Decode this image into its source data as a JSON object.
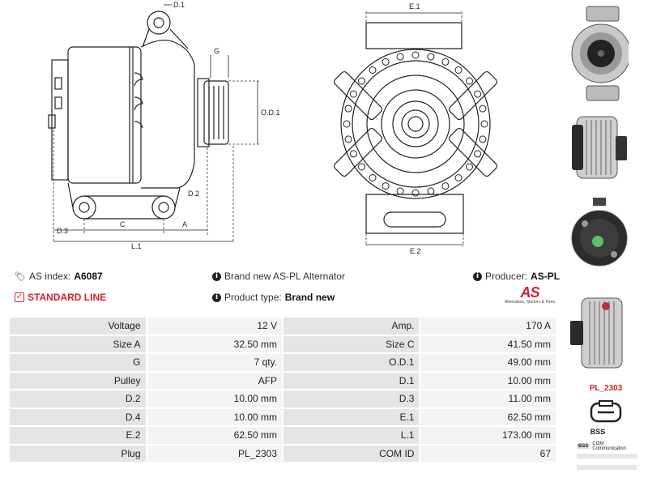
{
  "drawing": {
    "labels": {
      "d1": "D.1",
      "g": "G",
      "od1": "O.D.1",
      "d2": "D.2",
      "d3": "D.3",
      "c": "C",
      "a": "A",
      "l1": "L.1",
      "e1": "E.1",
      "e2": "E.2"
    }
  },
  "info": {
    "as_index_label": "AS index:",
    "as_index_value": "A6087",
    "description": "Brand new AS-PL Alternator",
    "producer_label": "Producer:",
    "producer_value": "AS-PL",
    "line_label": "STANDARD LINE",
    "product_type_label": "Product type:",
    "product_type_value": "Brand new",
    "logo_text": "AS",
    "logo_tagline": "Alternators, Starters & Parts"
  },
  "specs": [
    {
      "l1": "Voltage",
      "v1": "12 V",
      "l2": "Amp.",
      "v2": "170 A"
    },
    {
      "l1": "Size A",
      "v1": "32.50 mm",
      "l2": "Size C",
      "v2": "41.50 mm"
    },
    {
      "l1": "G",
      "v1": "7 qty.",
      "l2": "O.D.1",
      "v2": "49.00 mm"
    },
    {
      "l1": "Pulley",
      "v1": "AFP",
      "l2": "D.1",
      "v2": "10.00 mm"
    },
    {
      "l1": "D.2",
      "v1": "10.00 mm",
      "l2": "D.3",
      "v2": "11.00 mm"
    },
    {
      "l1": "D.4",
      "v1": "10.00 mm",
      "l2": "E.1",
      "v2": "62.50 mm"
    },
    {
      "l1": "E.2",
      "v1": "62.50 mm",
      "l2": "L.1",
      "v2": "173.00 mm"
    },
    {
      "l1": "Plug",
      "v1": "PL_2303",
      "l2": "COM ID",
      "v2": "67"
    }
  ],
  "sidebar": {
    "plug_code": "PL_2303",
    "plug_type": "BSS",
    "comm_code": "BSS",
    "comm_label": "COM Communication"
  },
  "colors": {
    "accent": "#d1232a",
    "label_bg": "#e4e4e4",
    "value_bg": "#f3f3f3"
  }
}
